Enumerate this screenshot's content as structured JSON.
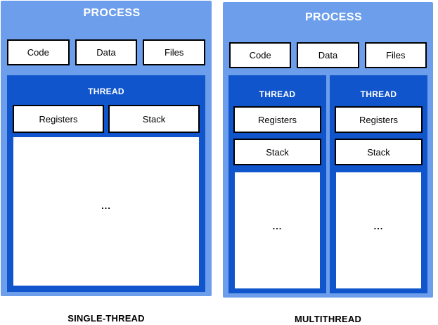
{
  "colors": {
    "panel_bg": "#6D9EEB",
    "thread_bg": "#1155CC",
    "box_bg": "#FFFFFF",
    "box_border": "#000000",
    "title_text": "#FFFFFF",
    "caption_text": "#000000"
  },
  "single": {
    "process_title": "PROCESS",
    "resources": [
      "Code",
      "Data",
      "Files"
    ],
    "threads": [
      {
        "title": "THREAD",
        "registers": "Registers",
        "stack": "Stack",
        "body": "..."
      }
    ],
    "caption": "SINGLE-THREAD"
  },
  "multi": {
    "process_title": "PROCESS",
    "resources": [
      "Code",
      "Data",
      "Files"
    ],
    "threads": [
      {
        "title": "THREAD",
        "registers": "Registers",
        "stack": "Stack",
        "body": "..."
      },
      {
        "title": "THREAD",
        "registers": "Registers",
        "stack": "Stack",
        "body": "..."
      }
    ],
    "caption": "MULTITHREAD"
  }
}
